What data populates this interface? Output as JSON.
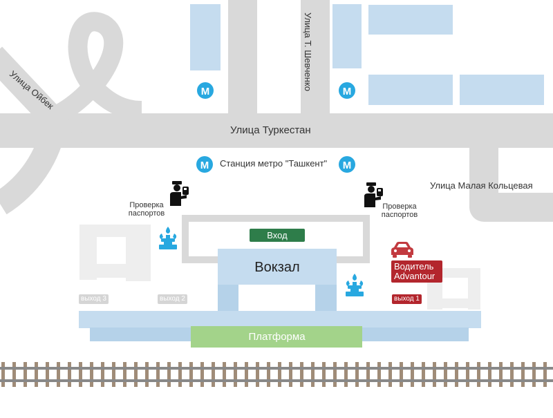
{
  "map": {
    "streets": {
      "turkestan": "Улица Туркестан",
      "shevchenko": "Улица Т. Шевченко",
      "oybek": "Улица Ойбек",
      "malaya_koltsevaya": "Улица Малая Кольцевая"
    },
    "metro": {
      "station_label": "Станция метро \"Ташкент\"",
      "icon_letter": "M"
    },
    "checkpoints": [
      {
        "label": "Проверка паспортов"
      },
      {
        "label": "Проверка паспортов"
      }
    ],
    "station": {
      "name": "Вокзал",
      "entrance": "Вход",
      "platform": "Платформа"
    },
    "exits": {
      "exit_1": "выход 1",
      "exit_2": "выход 2",
      "exit_3": "выход 3"
    },
    "driver_line1": "Водитель",
    "driver_line2": "Advantour",
    "colors": {
      "road": "#d9d9d9",
      "building": "#c5dcef",
      "metro": "#28a8e0",
      "entrance_sign": "#2e7d4a",
      "platform": "#a3d38a",
      "driver": "#b3262d"
    },
    "icons": [
      "metro-icon",
      "passport-control-icon",
      "fountain-icon",
      "car-icon",
      "railway-track-icon"
    ]
  }
}
